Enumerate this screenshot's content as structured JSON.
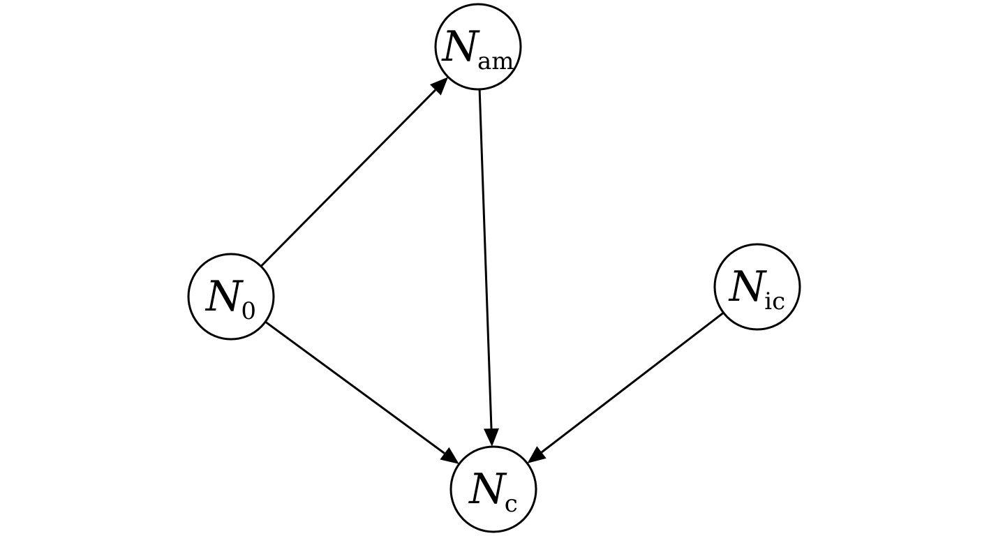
{
  "diagram": {
    "nodes": [
      {
        "id": "n0",
        "main": "N",
        "sub": "0"
      },
      {
        "id": "nam",
        "main": "N",
        "sub": "am"
      },
      {
        "id": "nic",
        "main": "N",
        "sub": "ic"
      },
      {
        "id": "nc",
        "main": "N",
        "sub": "c"
      }
    ],
    "edges": [
      {
        "from": "n0",
        "to": "nam"
      },
      {
        "from": "n0",
        "to": "nc"
      },
      {
        "from": "nam",
        "to": "nc"
      },
      {
        "from": "nic",
        "to": "nc"
      }
    ],
    "colors": {
      "stroke": "#000000",
      "background": "#ffffff"
    }
  }
}
